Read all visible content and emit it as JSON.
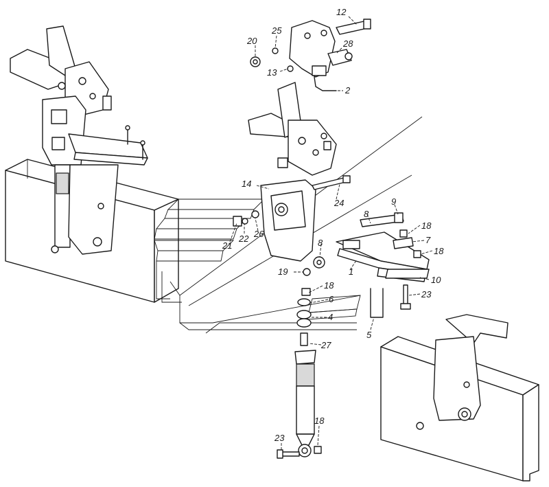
{
  "callouts": {
    "c1": "1",
    "c2": "2",
    "c4": "4",
    "c5": "5",
    "c6": "6",
    "c7": "7",
    "c8a": "8",
    "c8b": "8",
    "c9": "9",
    "c10": "10",
    "c12": "12",
    "c13": "13",
    "c14": "14",
    "c18a": "18",
    "c18b": "18",
    "c18c": "18",
    "c18d": "18",
    "c19": "19",
    "c20": "20",
    "c21": "21",
    "c22": "22",
    "c23a": "23",
    "c23b": "23",
    "c24": "24",
    "c25": "25",
    "c26": "26",
    "c27": "27",
    "c28": "28"
  }
}
